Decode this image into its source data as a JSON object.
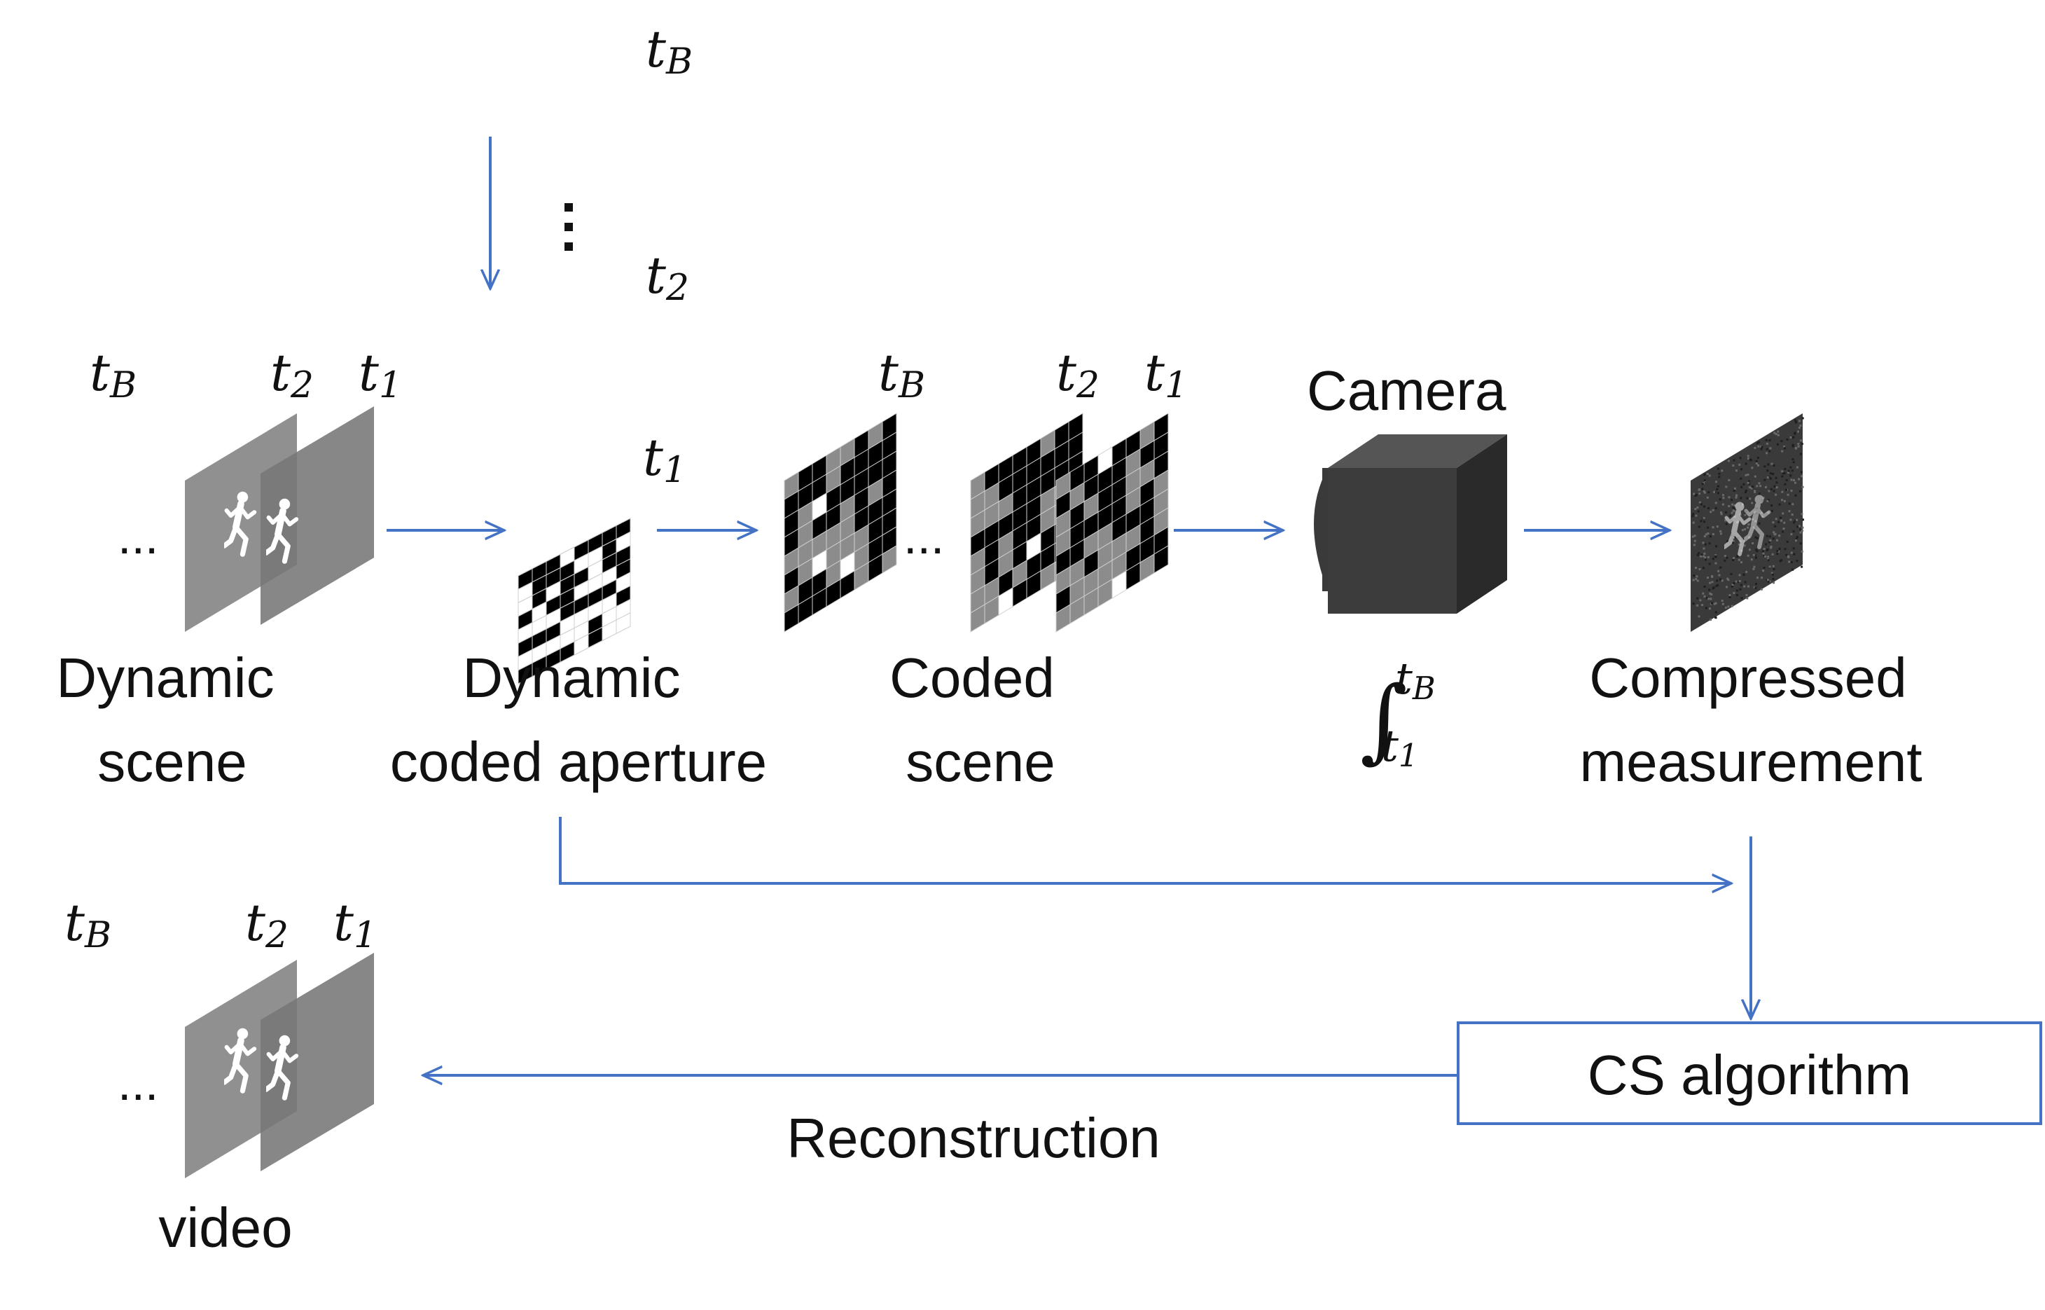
{
  "labels": {
    "dynamic_scene": [
      "Dynamic",
      "scene"
    ],
    "dynamic_coded_aperture": [
      "Dynamic",
      "coded aperture"
    ],
    "coded_scene": [
      "Coded",
      "scene"
    ],
    "camera": "Camera",
    "compressed_measurement": [
      "Compressed",
      "measurement"
    ],
    "cs_algorithm": "CS algorithm",
    "reconstruction": "Reconstruction",
    "video": "video"
  },
  "time_labels": {
    "base": "t",
    "first": "1",
    "second": "2",
    "last": "B"
  },
  "ellipsis": "...",
  "integral_symbol": "∫",
  "colors": {
    "arrow": "#4472c4",
    "frame": "#7a7a7a",
    "mask_black": "#000000",
    "mask_white": "#ffffff",
    "camera_front": "#3c3c3c",
    "camera_top": "#555555",
    "camera_side": "#2a2a2a",
    "measurement": "#3a3a3a"
  },
  "icons": [
    "running-person-icon",
    "camera-icon"
  ]
}
